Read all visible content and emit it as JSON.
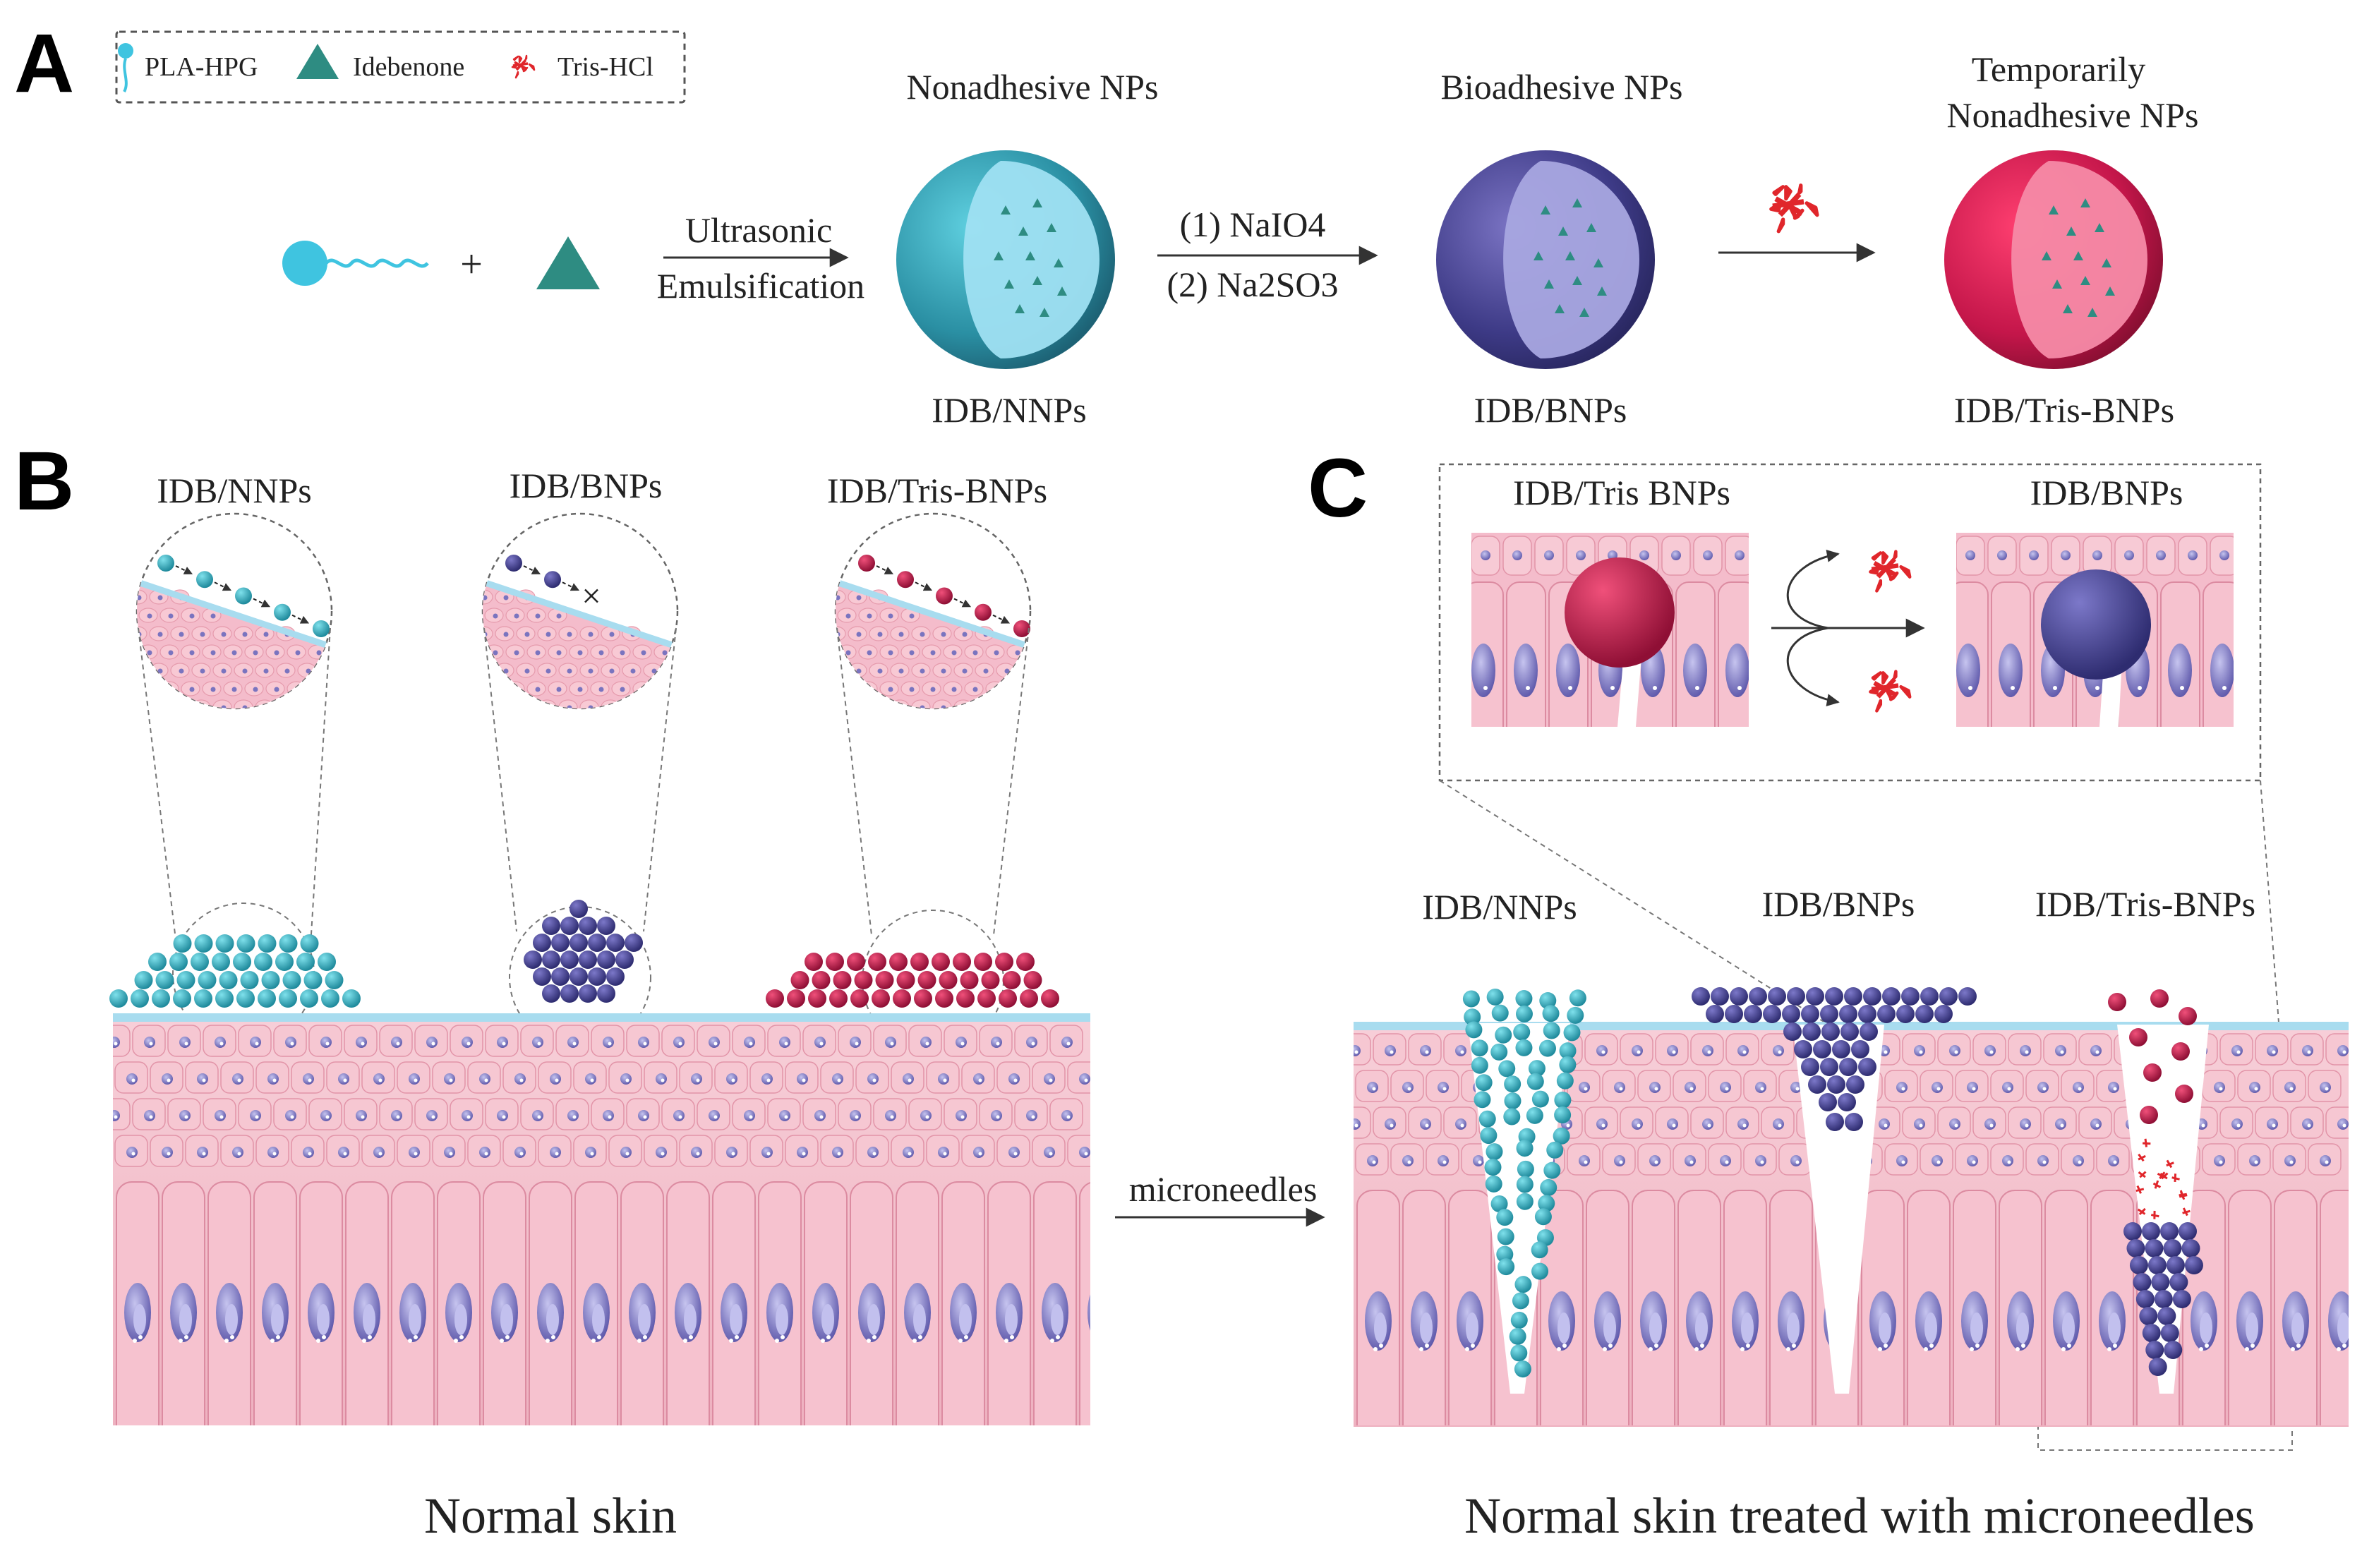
{
  "panels": {
    "a": "A",
    "b": "B",
    "c": "C"
  },
  "legend": {
    "polymer": "PLA-HPG",
    "drug": "Idebenone",
    "tris": "Tris-HCl"
  },
  "synthesis": {
    "plus": "+",
    "step1_line1": "Ultrasonic",
    "step1_line2": "Emulsification",
    "step2_line1": "(1) NaIO4",
    "step2_line2": "(2) Na2SO3",
    "np1_title": "Nonadhesive NPs",
    "np1_label": "IDB/NNPs",
    "np2_title": "Bioadhesive NPs",
    "np2_label": "IDB/BNPs",
    "np3_title_line1": "Temporarily",
    "np3_title_line2": "Nonadhesive NPs",
    "np3_label": "IDB/Tris-BNPs"
  },
  "panel_b": {
    "group1": "IDB/NNPs",
    "group2": "IDB/BNPs",
    "group3": "IDB/Tris-BNPs",
    "caption": "Normal skin"
  },
  "transition": {
    "label": "microneedles"
  },
  "panel_c": {
    "inset_left": "IDB/Tris BNPs",
    "inset_right": "IDB/BNPs",
    "group1": "IDB/NNPs",
    "group2": "IDB/BNPs",
    "group3": "IDB/Tris-BNPs",
    "caption": "Normal skin treated with microneedles"
  },
  "colors": {
    "nnp": "#2a9fb0",
    "bnp": "#3b3a7e",
    "tris_np": "#b01a4a",
    "tris_hcl": "#e0262b",
    "skin": "#f4c1cd",
    "membrane": "#a8dcef"
  }
}
